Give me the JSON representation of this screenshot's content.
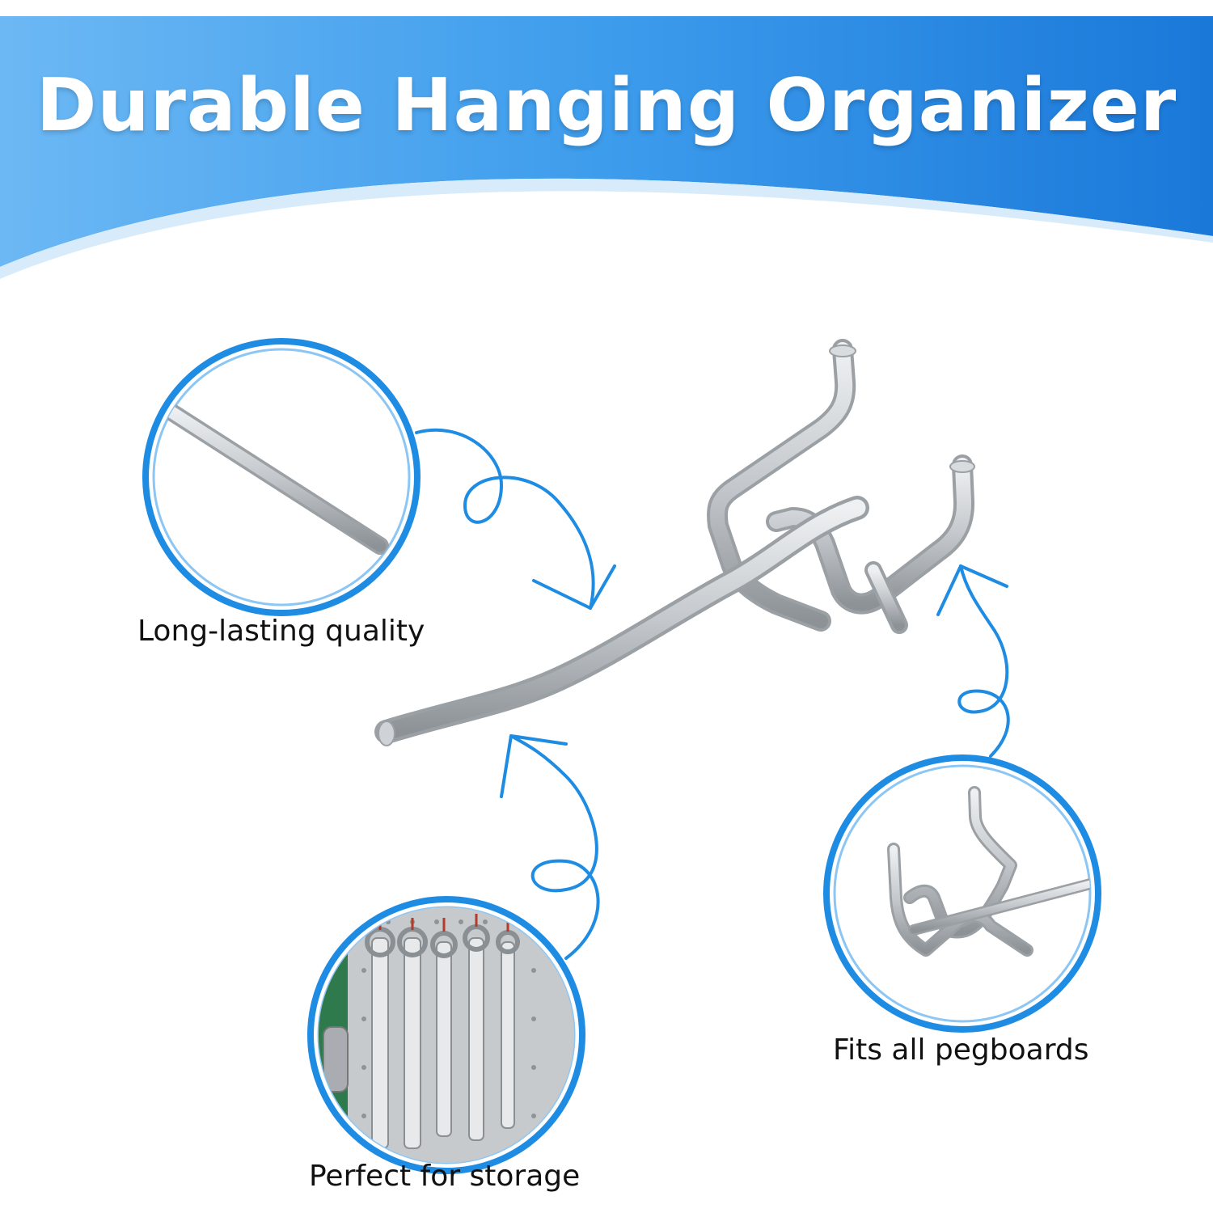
{
  "header": {
    "title": "Durable Hanging Organizer"
  },
  "features": [
    {
      "label": "Long-lasting quality",
      "icon": "steel-rod-closeup-icon"
    },
    {
      "label": "Fits all pegboards",
      "icon": "peg-hook-icon"
    },
    {
      "label": "Perfect for storage",
      "icon": "wrenches-on-pegboard-icon"
    }
  ],
  "colors": {
    "accent": "#1e8ce3",
    "banner_light": "#5fb0f2",
    "banner_dark": "#1c7ddc",
    "steel": "#c9ccd0"
  }
}
